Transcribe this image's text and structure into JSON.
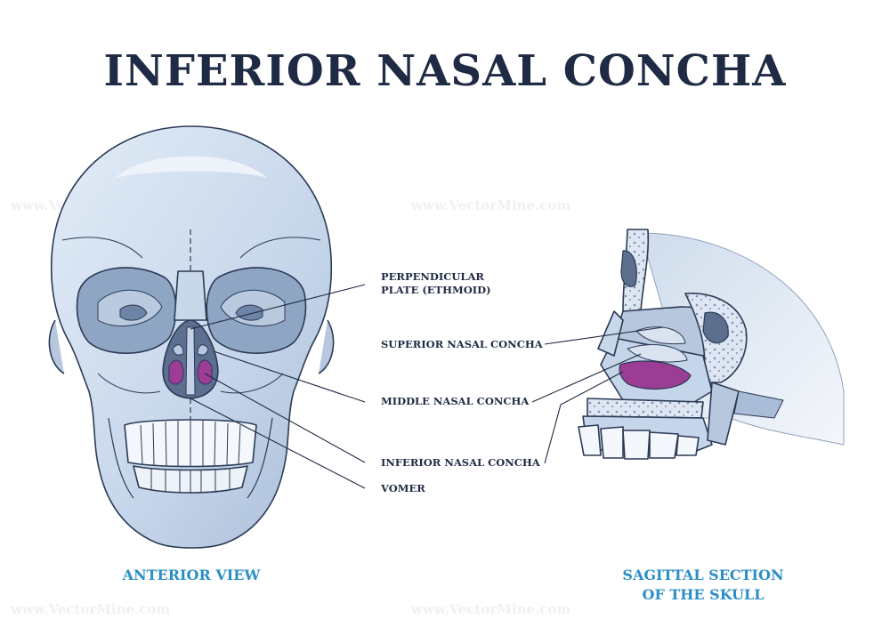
{
  "title": "INFERIOR NASAL CONCHA",
  "labels": {
    "perpendicular_plate_line1": "PERPENDICULAR",
    "perpendicular_plate_line2": "PLATE (ETHMOID)",
    "superior_nasal_concha": "SUPERIOR NASAL CONCHA",
    "middle_nasal_concha": "MIDDLE NASAL CONCHA",
    "inferior_nasal_concha": "INFERIOR NASAL CONCHA",
    "vomer": "VOMER"
  },
  "captions": {
    "anterior_view": "ANTERIOR VIEW",
    "sagittal_line1": "SAGITTAL SECTION",
    "sagittal_line2": "OF THE SKULL"
  },
  "watermark": "www.VectorMine.com",
  "colors": {
    "title": "#1f2a44",
    "caption": "#2a8fc7",
    "bone": "#c6d6ea",
    "bone_shadow": "#9fb4d0",
    "concha_highlight": "#9b3d95",
    "outline": "#2b3a55"
  }
}
